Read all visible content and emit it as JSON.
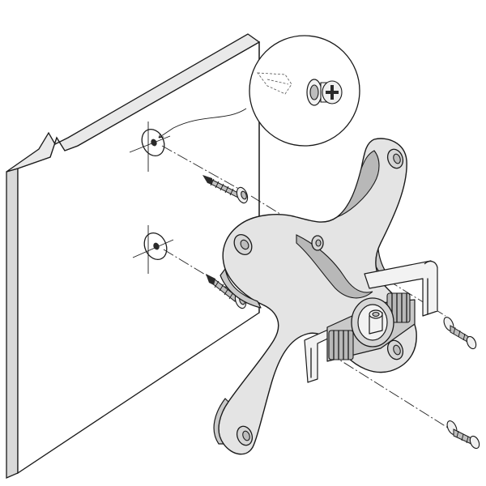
{
  "diagram": {
    "caption": "",
    "components": [
      {
        "id": "wall",
        "icon": "wall-panel"
      },
      {
        "id": "bracket",
        "icon": "vesa-mount-bracket"
      },
      {
        "id": "wall-screws",
        "count": 2
      },
      {
        "id": "bracket-screws",
        "count": 2
      },
      {
        "id": "detail-callout",
        "icon": "magnified-anchor-screw"
      }
    ],
    "colors": {
      "line": "#1a1a1a",
      "bracket_fill": "#e4e4e4",
      "bracket_shadow": "#c9c9c9",
      "wall_top": "#e9e9e9",
      "background": "#ffffff"
    }
  }
}
